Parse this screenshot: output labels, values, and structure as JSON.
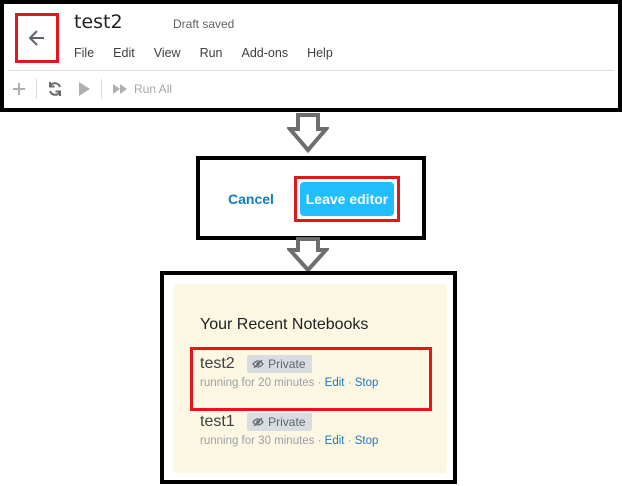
{
  "editor": {
    "title": "test2",
    "status": "Draft saved",
    "menu": [
      "File",
      "Edit",
      "View",
      "Run",
      "Add-ons",
      "Help"
    ],
    "toolbar": {
      "run_all_label": "Run All"
    }
  },
  "dialog": {
    "cancel_label": "Cancel",
    "leave_label": "Leave editor"
  },
  "recent": {
    "title": "Your Recent Notebooks",
    "notebooks": [
      {
        "name": "test2",
        "visibility": "Private",
        "running": "running for 20 minutes",
        "edit": "Edit",
        "stop": "Stop"
      },
      {
        "name": "test1",
        "visibility": "Private",
        "running": "running for 30 minutes",
        "edit": "Edit",
        "stop": "Stop"
      }
    ]
  },
  "colors": {
    "highlight": "#e3151d",
    "accent": "#20beff",
    "card": "#fcf7e3"
  }
}
